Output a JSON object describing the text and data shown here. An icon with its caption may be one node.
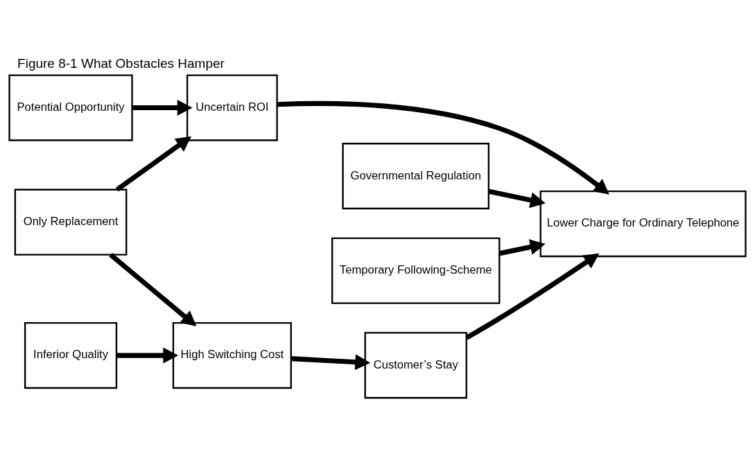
{
  "diagram": {
    "title": "Figure 8-1 What Obstacles Hamper",
    "nodes": [
      {
        "text": [
          "Potential Opportunity"
        ]
      },
      {
        "text": [
          "Uncertain ROI"
        ]
      },
      {
        "text": [
          "Lower Charge for Ordinary Telephone"
        ]
      },
      {
        "text": [
          "Governmental Regulation"
        ]
      },
      {
        "text": [
          "Temporary Following-Scheme"
        ]
      },
      {
        "text": [
          "Only Replacement"
        ]
      },
      {
        "text": [
          "High Switching Cost"
        ]
      },
      {
        "text": [
          "Customer’s Stay"
        ]
      },
      {
        "text": [
          "Inferior Quality"
        ]
      }
    ],
    "edges": [
      {
        "from": 0,
        "to": 1,
        "arrow": "to"
      },
      {
        "from": 1,
        "to": 2,
        "arrow": "to"
      },
      {
        "from": 3,
        "to": 2,
        "arrow": "to"
      },
      {
        "from": 4,
        "to": 2,
        "arrow": "to"
      },
      {
        "from": 5,
        "to": 1,
        "arrow": "to"
      },
      {
        "from": 5,
        "to": 6,
        "arrow": "to"
      },
      {
        "from": 8,
        "to": 6,
        "arrow": "to"
      },
      {
        "from": 6,
        "to": 7,
        "arrow": "to"
      },
      {
        "from": 7,
        "to": 2,
        "arrow": "to"
      }
    ]
  }
}
